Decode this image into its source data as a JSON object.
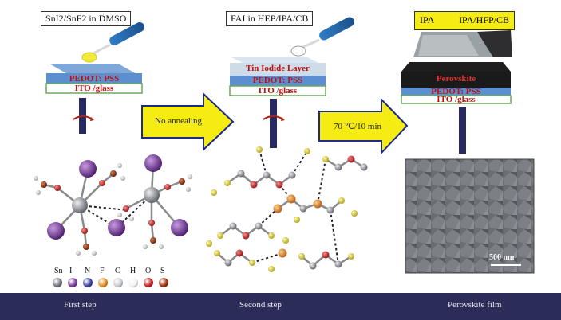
{
  "step1": {
    "precursor_label": "SnI2/SnF2 in DMSO",
    "pedot": "PEDOT: PSS",
    "ito": "ITO /glass"
  },
  "step2": {
    "solution_label": "FAI in HEP/IPA/CB",
    "tin_layer": "Tin Iodide Layer",
    "pedot": "PEDOT: PSS",
    "ito": "ITO /glass"
  },
  "step3": {
    "ipa_label": "IPA",
    "mix_label": "IPA/HFP/CB",
    "perovskite": "Perovskite",
    "pedot": "PEDOT: PSS",
    "ito": "ITO /glass",
    "scale_bar": "500 nm"
  },
  "arrows": {
    "first": "No annealing",
    "second": "70 ℃/10 min"
  },
  "legend": [
    "Sn",
    "I",
    "N",
    "F",
    "C",
    "H",
    "O",
    "S"
  ],
  "legend_colors": [
    "#6f7380",
    "#7a3a9a",
    "#3a3f9e",
    "#e08a1a",
    "#c9cbd0",
    "#f2f2f2",
    "#c02020",
    "#a0300a"
  ],
  "footer": {
    "first": "First step",
    "second": "Second step",
    "third": "Perovskite film"
  }
}
